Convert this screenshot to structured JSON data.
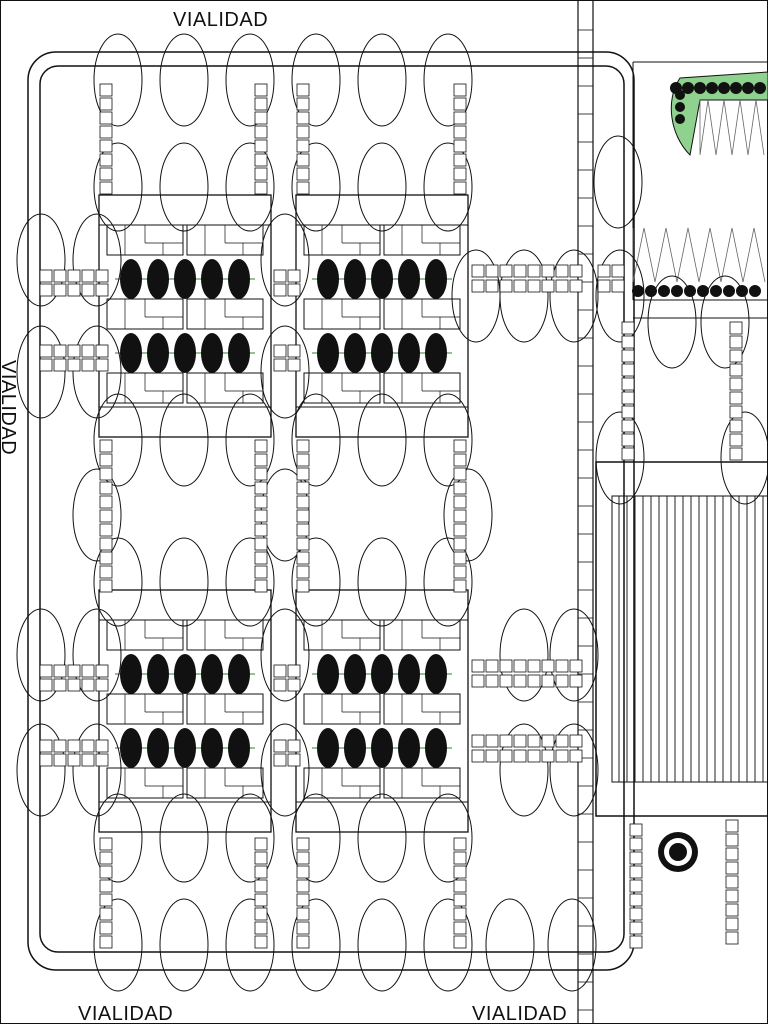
{
  "labels": {
    "top": "VIALIDAD",
    "left": "VIALIDAD",
    "bottom_left": "VIALIDAD",
    "bottom_right": "VIALIDAD"
  },
  "colors": {
    "ink": "#111111",
    "background": "#ffffff",
    "green_area": "#8fd18f",
    "tree": "#111111"
  },
  "icons": {
    "tree": "tree-canopy-icon",
    "tree_crown": "circle-outline-icon",
    "paver": "paver-tile-icon"
  }
}
